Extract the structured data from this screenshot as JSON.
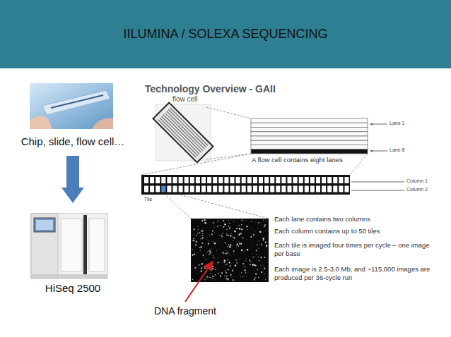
{
  "diagram": {
    "title": "IILUMINA / SOLEXA SEQUENCING",
    "nodes": [
      {
        "text": [
          "Chip, slide, flow cell…"
        ]
      },
      {
        "text": [
          "HiSeq 2500"
        ]
      }
    ],
    "edges": [
      {
        "from": 0,
        "to": 1,
        "arrow": "to"
      }
    ],
    "labels": [
      "Technology Overview - GAII",
      "flow cell",
      "Lane 1",
      "Lane 8",
      "A flow cell contains eight lanes",
      "Column 1",
      "Column 2",
      "Tile",
      "Each lane contains two columns",
      "Each column contains up to 50 tiles",
      "Each tile is imaged four times per cycle – one image per base",
      "Each image is 2.5-3.0 Mb, and ~115,000 images are produced per 36-cycle run",
      "DNA fragment"
    ]
  }
}
